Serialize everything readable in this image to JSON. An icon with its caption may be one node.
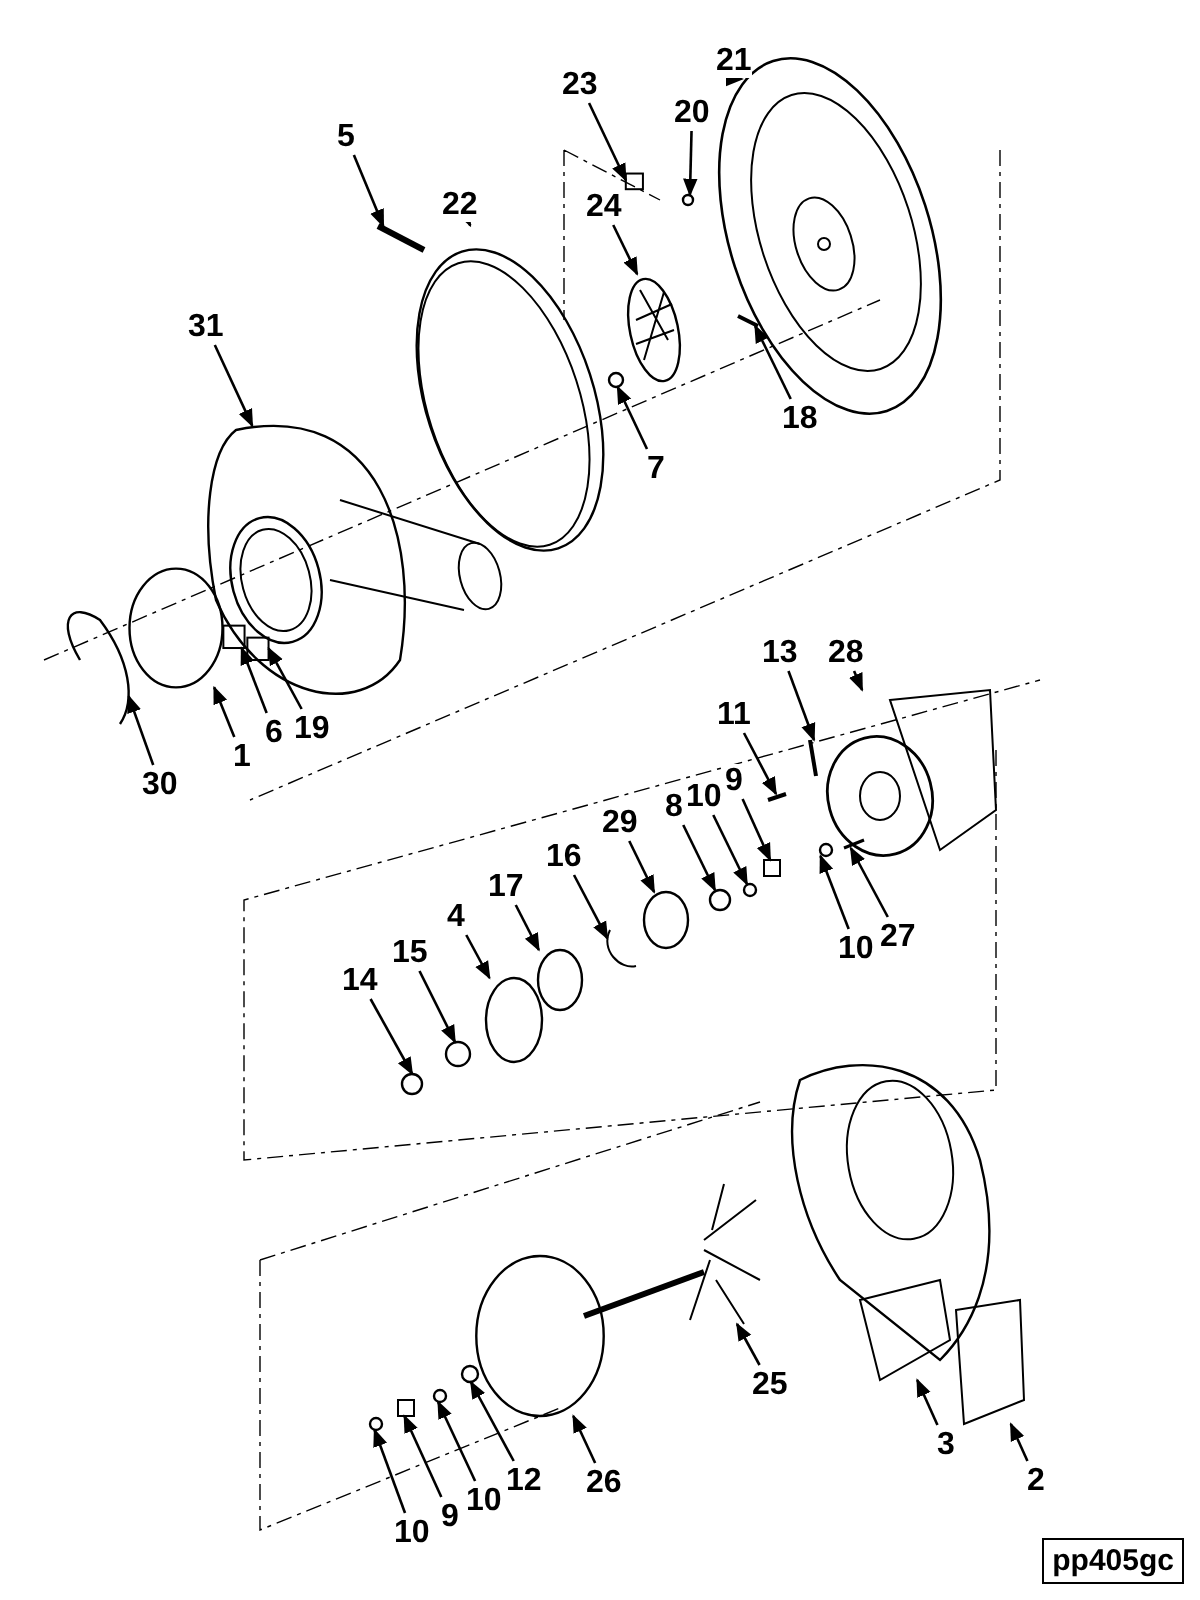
{
  "diagram": {
    "nodes": [
      {
        "text": [
          "21"
        ]
      },
      {
        "text": [
          "23"
        ]
      },
      {
        "text": [
          "20"
        ]
      },
      {
        "text": [
          "5"
        ]
      },
      {
        "text": [
          "22"
        ]
      },
      {
        "text": [
          "24"
        ]
      },
      {
        "text": [
          "31"
        ]
      },
      {
        "text": [
          "18"
        ]
      },
      {
        "text": [
          "7"
        ]
      },
      {
        "text": [
          "13"
        ]
      },
      {
        "text": [
          "28"
        ]
      },
      {
        "text": [
          "11"
        ]
      },
      {
        "text": [
          "6"
        ]
      },
      {
        "text": [
          "19"
        ]
      },
      {
        "text": [
          "1"
        ]
      },
      {
        "text": [
          "30"
        ]
      },
      {
        "text": [
          "9"
        ]
      },
      {
        "text": [
          "10"
        ]
      },
      {
        "text": [
          "8"
        ]
      },
      {
        "text": [
          "29"
        ]
      },
      {
        "text": [
          "16"
        ]
      },
      {
        "text": [
          "17"
        ]
      },
      {
        "text": [
          "4"
        ]
      },
      {
        "text": [
          "15"
        ]
      },
      {
        "text": [
          "14"
        ]
      },
      {
        "text": [
          "10"
        ]
      },
      {
        "text": [
          "27"
        ]
      },
      {
        "text": [
          "25"
        ]
      },
      {
        "text": [
          "3"
        ]
      },
      {
        "text": [
          "2"
        ]
      },
      {
        "text": [
          "26"
        ]
      },
      {
        "text": [
          "12"
        ]
      },
      {
        "text": [
          "10"
        ]
      },
      {
        "text": [
          "9"
        ]
      },
      {
        "text": [
          "10"
        ]
      },
      {
        "text": [],
        "shape": "picture"
      },
      {
        "text": [],
        "shape": "box"
      },
      {
        "text": [],
        "shape": "circle"
      },
      {
        "text": [],
        "shape": "picture"
      },
      {
        "text": [],
        "shape": "picture"
      },
      {
        "text": [],
        "shape": "picture"
      },
      {
        "text": [],
        "shape": "picture"
      },
      {
        "text": [],
        "shape": "picture"
      },
      {
        "text": [],
        "shape": "circle"
      },
      {
        "text": [],
        "shape": "picture"
      },
      {
        "text": [],
        "shape": "picture"
      },
      {
        "text": [],
        "shape": "picture"
      },
      {
        "text": [],
        "shape": "box",
        "in": 41
      },
      {
        "text": [],
        "shape": "box",
        "in": 41
      },
      {
        "text": [],
        "shape": "circle"
      },
      {
        "text": [],
        "shape": "picture"
      },
      {
        "text": [],
        "shape": "box"
      },
      {
        "text": [],
        "shape": "circle"
      },
      {
        "text": [],
        "shape": "circle"
      },
      {
        "text": [],
        "shape": "circle"
      },
      {
        "text": [],
        "shape": "picture"
      },
      {
        "text": [],
        "shape": "circle"
      },
      {
        "text": [],
        "shape": "circle"
      },
      {
        "text": [],
        "shape": "circle"
      },
      {
        "text": [],
        "shape": "circle"
      },
      {
        "text": [],
        "shape": "circle"
      },
      {
        "text": [],
        "shape": "picture"
      },
      {
        "text": [],
        "shape": "picture"
      },
      {
        "text": [],
        "shape": "picture"
      },
      {
        "text": [],
        "shape": "picture"
      },
      {
        "text": [],
        "shape": "circle"
      },
      {
        "text": [],
        "shape": "circle"
      },
      {
        "text": [],
        "shape": "circle"
      },
      {
        "text": [],
        "shape": "box"
      },
      {
        "text": [],
        "shape": "circle"
      }
    ],
    "edges": [
      {
        "from": 0,
        "to": 35,
        "arrow": "to"
      },
      {
        "from": 1,
        "to": 36,
        "arrow": "to"
      },
      {
        "from": 2,
        "to": 37,
        "arrow": "to"
      },
      {
        "from": 3,
        "to": 38,
        "arrow": "to"
      },
      {
        "from": 4,
        "to": 39,
        "arrow": "to"
      },
      {
        "from": 5,
        "to": 40,
        "arrow": "to"
      },
      {
        "from": 6,
        "to": 41,
        "arrow": "to"
      },
      {
        "from": 7,
        "to": 42,
        "arrow": "to"
      },
      {
        "from": 8,
        "to": 43,
        "arrow": "to"
      },
      {
        "from": 9,
        "to": 44,
        "arrow": "to"
      },
      {
        "from": 10,
        "to": 45,
        "arrow": "to"
      },
      {
        "from": 11,
        "to": 46,
        "arrow": "to"
      },
      {
        "from": 12,
        "to": 47,
        "arrow": "to"
      },
      {
        "from": 13,
        "to": 48,
        "arrow": "to"
      },
      {
        "from": 14,
        "to": 49,
        "arrow": "to"
      },
      {
        "from": 15,
        "to": 50,
        "arrow": "to"
      },
      {
        "from": 16,
        "to": 51,
        "arrow": "to"
      },
      {
        "from": 17,
        "to": 52,
        "arrow": "to"
      },
      {
        "from": 18,
        "to": 53,
        "arrow": "to"
      },
      {
        "from": 19,
        "to": 54,
        "arrow": "to"
      },
      {
        "from": 20,
        "to": 55,
        "arrow": "to"
      },
      {
        "from": 21,
        "to": 56,
        "arrow": "to"
      },
      {
        "from": 22,
        "to": 57,
        "arrow": "to"
      },
      {
        "from": 23,
        "to": 58,
        "arrow": "to"
      },
      {
        "from": 24,
        "to": 59,
        "arrow": "to"
      },
      {
        "from": 25,
        "to": 60,
        "arrow": "to"
      },
      {
        "from": 26,
        "to": 61,
        "arrow": "to"
      },
      {
        "from": 27,
        "to": 62,
        "arrow": "to"
      },
      {
        "from": 28,
        "to": 63,
        "arrow": "to"
      },
      {
        "from": 29,
        "to": 64,
        "arrow": "to"
      },
      {
        "from": 30,
        "to": 65,
        "arrow": "to"
      },
      {
        "from": 31,
        "to": 66,
        "arrow": "to"
      },
      {
        "from": 32,
        "to": 67,
        "arrow": "to"
      },
      {
        "from": 33,
        "to": 68,
        "arrow": "to"
      },
      {
        "from": 34,
        "to": 69,
        "arrow": "to"
      }
    ],
    "labels": [
      "pp405gc"
    ]
  }
}
